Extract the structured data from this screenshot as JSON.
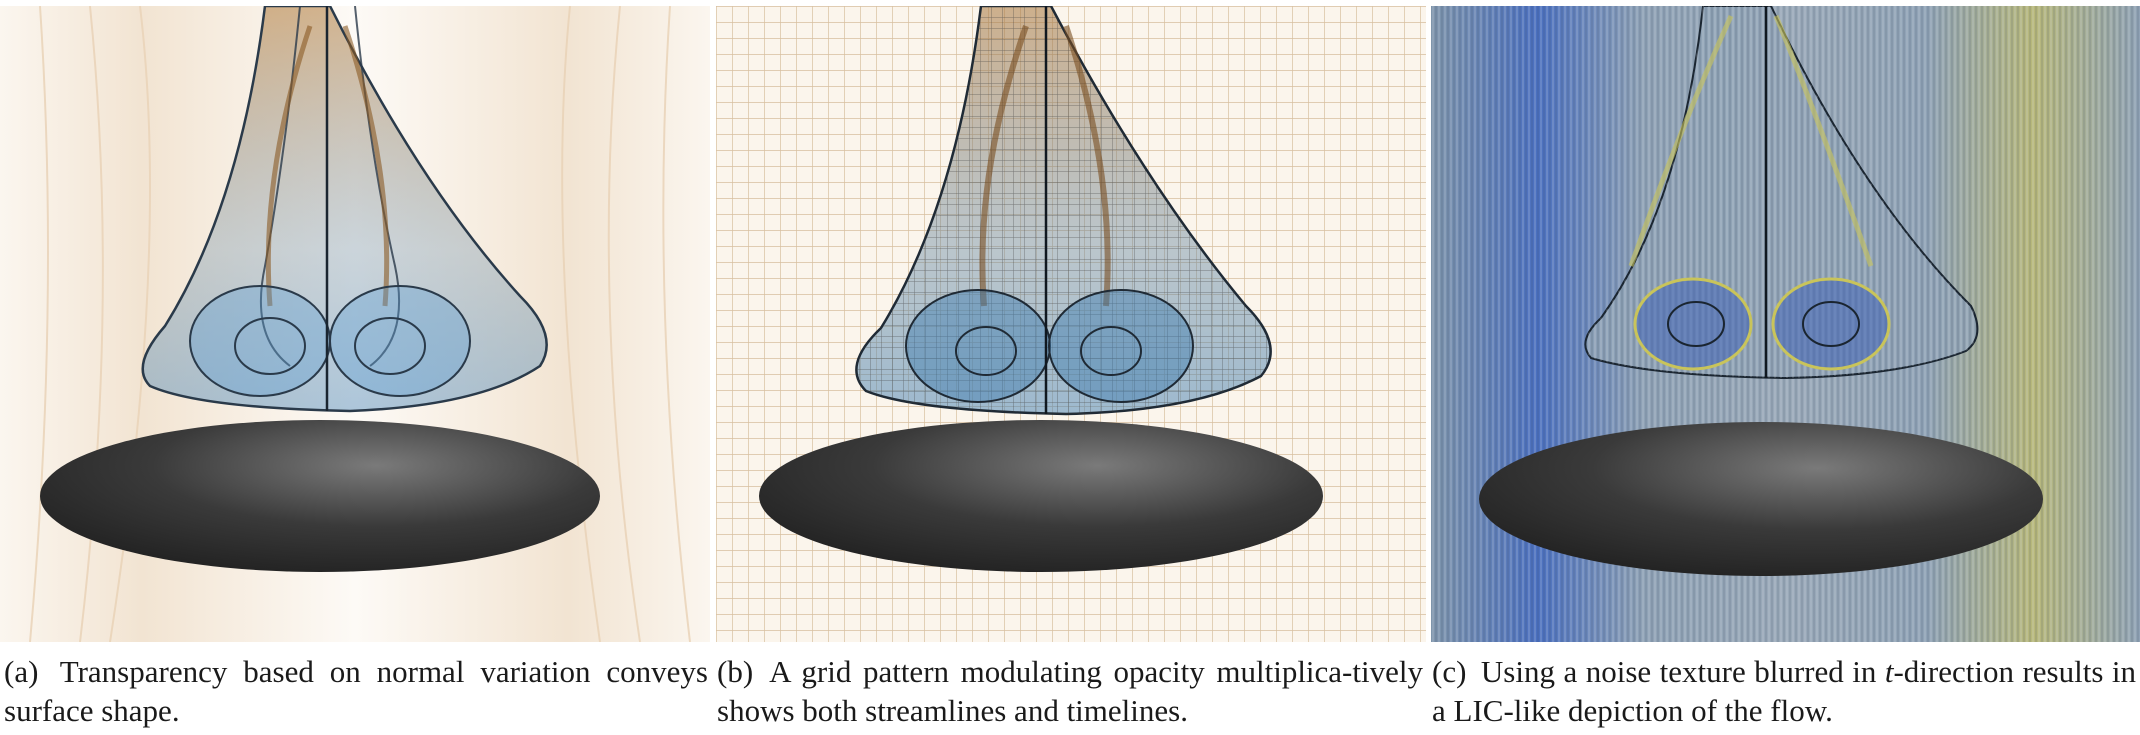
{
  "figure": {
    "panels": [
      {
        "id": "a",
        "label": "(a)",
        "caption_parts": [
          "Transparency based on normal variation conveys surface shape."
        ],
        "style": "transparent"
      },
      {
        "id": "b",
        "label": "(b)",
        "caption_parts": [
          "A grid pattern modulating opacity multiplica-tively shows both streamlines and timelines."
        ],
        "style": "grid"
      },
      {
        "id": "c",
        "label": "(c)",
        "caption_parts": [
          "Using a noise texture blurred in ",
          "t",
          "-direction results in a LIC-like depiction of the flow."
        ],
        "style": "lic"
      }
    ]
  },
  "colors": {
    "surface_blue": "#4a86b8",
    "surface_orange": "#b07a3a",
    "grid_line": "#8a6a4a",
    "lic_blue": "#3f62b5",
    "lic_yellow": "#c9c45a",
    "lic_gray": "#8fa2b5",
    "ellipsoid_dark": "#2e2e2e"
  }
}
